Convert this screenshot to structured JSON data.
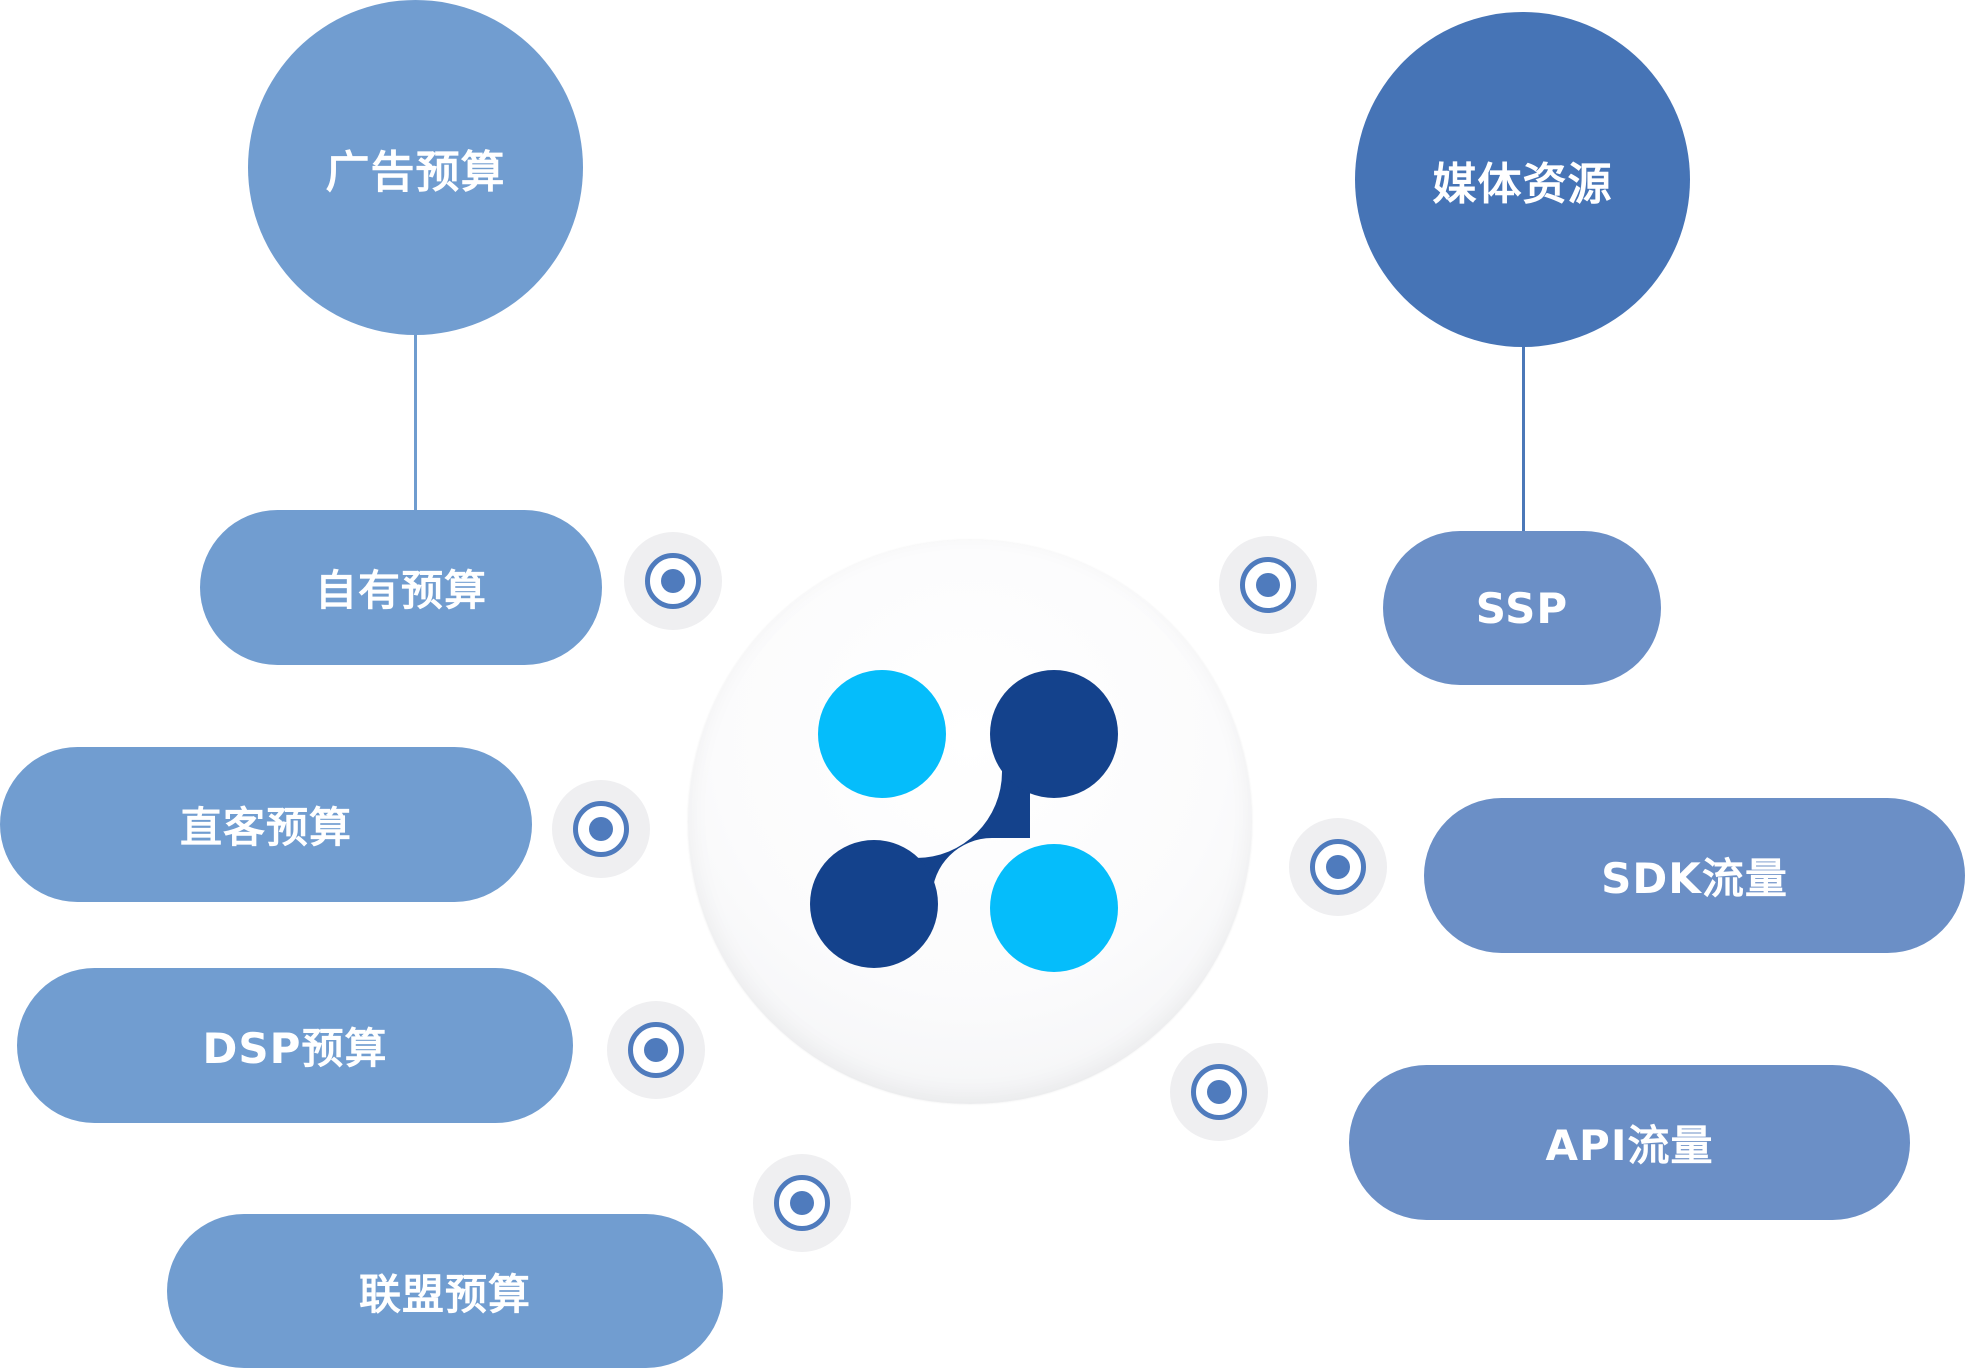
{
  "colors": {
    "left_node": "#719dd0",
    "right_node": "#4674b6",
    "right_pill": "#6b8fc6",
    "target_ring": "#4f7bbd",
    "logo_light": "#05bdfb",
    "logo_dark": "#14428c"
  },
  "left": {
    "category": "广告预算",
    "items": [
      "自有预算",
      "直客预算",
      "DSP预算",
      "联盟预算"
    ]
  },
  "right": {
    "category": "媒体资源",
    "items": [
      "SSP",
      "SDK流量",
      "API流量"
    ]
  },
  "hub": {
    "icon": "brand-logo-icon"
  },
  "targets": {
    "icon": "target-icon"
  }
}
